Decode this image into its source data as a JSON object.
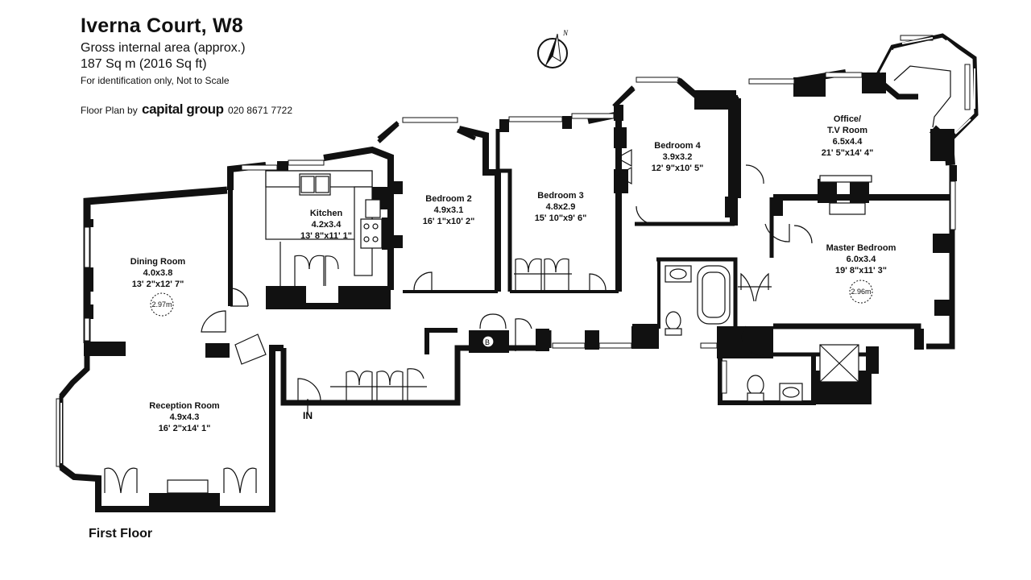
{
  "header": {
    "title": "Iverna Court, W8",
    "area_line": "Gross internal area (approx.)",
    "size_line": "187 Sq m (2016 Sq ft)",
    "disclaimer": "For identification only, Not to Scale",
    "credit_prefix": "Floor Plan by",
    "credit_brand": "capital group",
    "credit_phone": "020 8671 7722"
  },
  "compass": {
    "label": "N"
  },
  "floor_label": "First Floor",
  "rooms": {
    "dining": {
      "name": "Dining Room",
      "metric": "4.0x3.8",
      "imperial": "13' 2\"x12' 7\""
    },
    "kitchen": {
      "name": "Kitchen",
      "metric": "4.2x3.4",
      "imperial": "13' 8\"x11' 1\""
    },
    "bedroom2": {
      "name": "Bedroom 2",
      "metric": "4.9x3.1",
      "imperial": "16' 1\"x10' 2\""
    },
    "bedroom3": {
      "name": "Bedroom 3",
      "metric": "4.8x2.9",
      "imperial": "15' 10\"x9' 6\""
    },
    "bedroom4": {
      "name": "Bedroom 4",
      "metric": "3.9x3.2",
      "imperial": "12' 9\"x10' 5\""
    },
    "office": {
      "name": "Office/",
      "name2": "T.V Room",
      "metric": "6.5x4.4",
      "imperial": "21' 5\"x14' 4\""
    },
    "master": {
      "name": "Master Bedroom",
      "metric": "6.0x3.4",
      "imperial": "19' 8\"x11' 3\""
    },
    "reception": {
      "name": "Reception Room",
      "metric": "4.9x4.3",
      "imperial": "16' 2\"x14' 1\""
    }
  },
  "ceiling_heights": {
    "dining": "2.97m",
    "master": "2.96m"
  },
  "markers": {
    "entrance": "IN",
    "boiler": "B"
  }
}
